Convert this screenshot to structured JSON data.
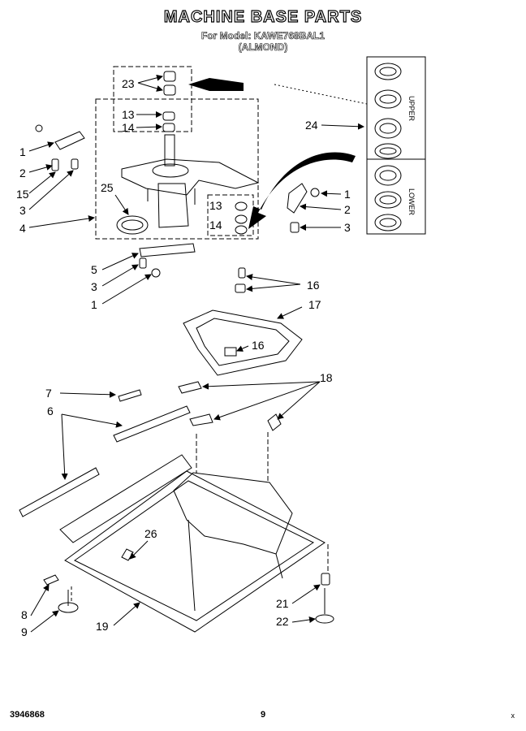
{
  "header": {
    "title": "MACHINE BASE PARTS",
    "model_line": "For Model: KAWE768BAL1",
    "color_line": "(ALMOND)"
  },
  "callouts": {
    "n1": "1",
    "n2": "2",
    "n3": "3",
    "n4": "4",
    "n5": "5",
    "n6": "6",
    "n7": "7",
    "n8": "8",
    "n9": "9",
    "n13": "13",
    "n14": "14",
    "n15": "15",
    "n16": "16",
    "n17": "17",
    "n18": "18",
    "n19": "19",
    "n21": "21",
    "n22": "22",
    "n23": "23",
    "n24": "24",
    "n25": "25",
    "n26": "26"
  },
  "kit_labels": {
    "upper": "UPPER",
    "lower": "LOWER"
  },
  "footer": {
    "doc_number": "3946868",
    "page_number": "9",
    "mark": "x"
  }
}
